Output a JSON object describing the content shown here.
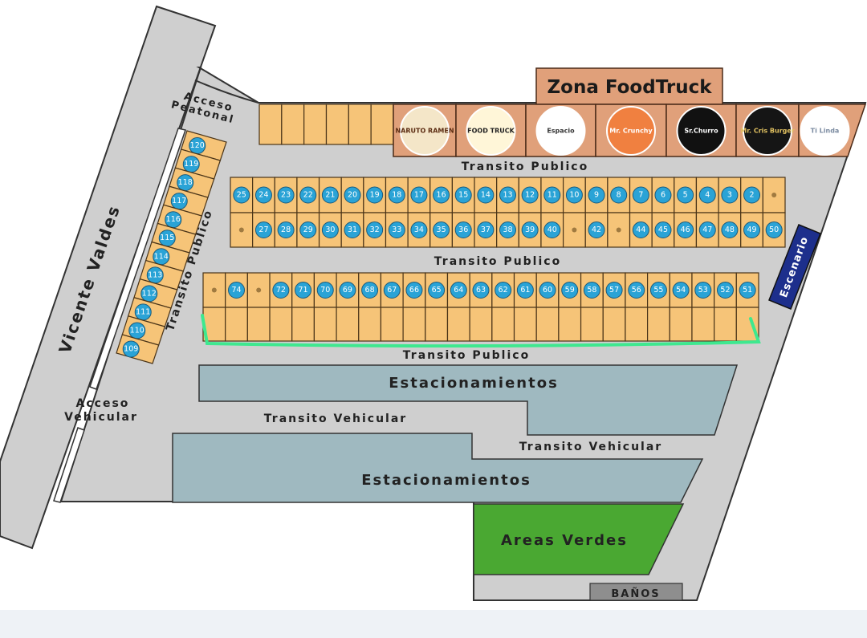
{
  "title": "Zona FoodTruck",
  "street": "Vicente Valdes",
  "labels": {
    "acceso_peatonal": [
      "Acceso",
      "Peatonal"
    ],
    "acceso_vehicular": [
      "Acceso",
      "Vehicular"
    ],
    "transito_publico": "Transito Publico",
    "transito_vehicular": "Transito Vehicular",
    "estacionamientos": "Estacionamientos",
    "areas_verdes": "Areas Verdes",
    "banos": "BAÑOS",
    "escenario": "Escenario"
  },
  "foodtrucks": [
    {
      "name": "NARUTO RAMEN",
      "bg": "#f4e6c8",
      "fg": "#5a2a10"
    },
    {
      "name": "FOOD TRUCK",
      "bg": "#fff6d8",
      "fg": "#222"
    },
    {
      "name": "Espacio",
      "bg": "#ffffff",
      "fg": "#333"
    },
    {
      "name": "Mr. Crunchy",
      "bg": "#f08040",
      "fg": "#fff"
    },
    {
      "name": "Sr.Churro",
      "bg": "#111111",
      "fg": "#fff"
    },
    {
      "name": "Mr. Cris Burger",
      "bg": "#151515",
      "fg": "#e0c060"
    },
    {
      "name": "Ti Linda",
      "bg": "#ffffff",
      "fg": "#7a8aa0"
    }
  ],
  "spots": {
    "row1": [
      25,
      24,
      23,
      22,
      21,
      20,
      19,
      18,
      17,
      16,
      15,
      14,
      13,
      12,
      11,
      10,
      9,
      8,
      7,
      6,
      5,
      4,
      3,
      2,
      null
    ],
    "row2": [
      null,
      27,
      28,
      29,
      30,
      31,
      32,
      33,
      34,
      35,
      36,
      37,
      38,
      39,
      40,
      null,
      42,
      null,
      44,
      45,
      46,
      47,
      48,
      49,
      50
    ],
    "row3": [
      null,
      74,
      null,
      72,
      71,
      70,
      69,
      68,
      67,
      66,
      65,
      64,
      63,
      62,
      61,
      60,
      59,
      58,
      57,
      56,
      55,
      54,
      53,
      52,
      51
    ],
    "row4_count": 25,
    "top_blank_count": 6,
    "diagonal": [
      120,
      119,
      118,
      117,
      116,
      115,
      114,
      113,
      112,
      111,
      110,
      109
    ]
  },
  "colors": {
    "spot": "#f6c478",
    "badge": "#2aa3d6",
    "ground": "#cfcfcf",
    "parking": "#9fb9c0",
    "green": "#4aa832",
    "highlight": "#3ee88f",
    "stage": "#1d2f8c"
  }
}
